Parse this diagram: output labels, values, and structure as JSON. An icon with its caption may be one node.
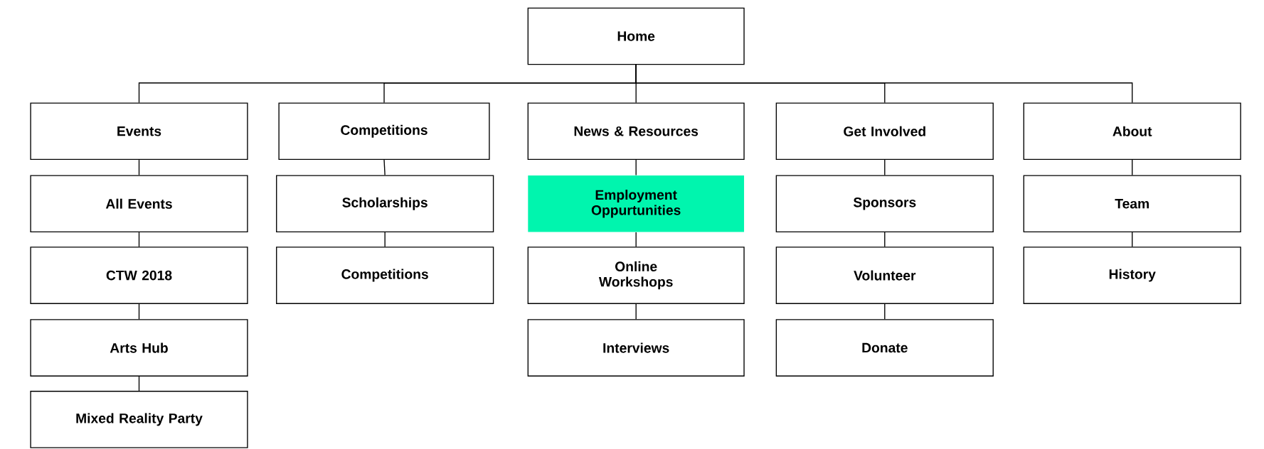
{
  "diagram": {
    "nodes": [
      {
        "text": [
          "Home"
        ]
      },
      {
        "text": [
          "Events"
        ]
      },
      {
        "text": [
          "Competitions"
        ]
      },
      {
        "text": [
          "News & Resources"
        ]
      },
      {
        "text": [
          "Get Involved"
        ]
      },
      {
        "text": [
          "About"
        ]
      },
      {
        "text": [
          "All Events"
        ]
      },
      {
        "text": [
          "Scholarships"
        ]
      },
      {
        "text": [
          "Employment Oppurtunities"
        ]
      },
      {
        "text": [
          "Sponsors"
        ]
      },
      {
        "text": [
          "Team"
        ]
      },
      {
        "text": [
          "CTW 2018"
        ]
      },
      {
        "text": [
          "Competitions"
        ]
      },
      {
        "text": [
          "Online Workshops"
        ]
      },
      {
        "text": [
          "Volunteer"
        ]
      },
      {
        "text": [
          "History"
        ]
      },
      {
        "text": [
          "Arts Hub"
        ]
      },
      {
        "text": [
          "Interviews"
        ]
      },
      {
        "text": [
          "Donate"
        ]
      },
      {
        "text": [
          "Mixed Reality Party"
        ]
      }
    ],
    "edges": [
      {
        "from": 0,
        "to": 1,
        "arrow": "none"
      },
      {
        "from": 0,
        "to": 2,
        "arrow": "none"
      },
      {
        "from": 0,
        "to": 3,
        "arrow": "none"
      },
      {
        "from": 0,
        "to": 4,
        "arrow": "none"
      },
      {
        "from": 0,
        "to": 5,
        "arrow": "none"
      },
      {
        "from": 1,
        "to": 6,
        "arrow": "none"
      },
      {
        "from": 6,
        "to": 11,
        "arrow": "none"
      },
      {
        "from": 11,
        "to": 16,
        "arrow": "none"
      },
      {
        "from": 16,
        "to": 19,
        "arrow": "none"
      },
      {
        "from": 2,
        "to": 7,
        "arrow": "none"
      },
      {
        "from": 7,
        "to": 12,
        "arrow": "none"
      },
      {
        "from": 3,
        "to": 8,
        "arrow": "none"
      },
      {
        "from": 8,
        "to": 13,
        "arrow": "none"
      },
      {
        "from": 13,
        "to": 17,
        "arrow": "none"
      },
      {
        "from": 4,
        "to": 9,
        "arrow": "none"
      },
      {
        "from": 9,
        "to": 14,
        "arrow": "none"
      },
      {
        "from": 14,
        "to": 18,
        "arrow": "none"
      },
      {
        "from": 5,
        "to": 10,
        "arrow": "none"
      },
      {
        "from": 10,
        "to": 15,
        "arrow": "none"
      }
    ]
  }
}
